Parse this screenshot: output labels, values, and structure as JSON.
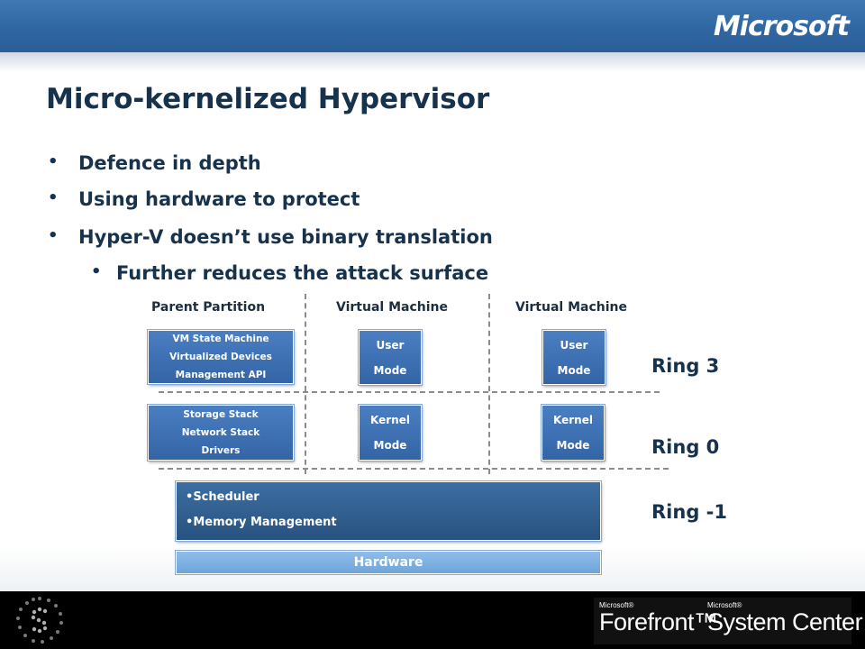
{
  "header": {
    "logo_text": "Microsoft"
  },
  "title": "Micro-kernelized Hypervisor",
  "bullets": [
    "Defence in depth",
    "Using hardware to protect",
    "Hyper-V doesn’t use binary translation"
  ],
  "sub_bullets": [
    "Further reduces the attack surface"
  ],
  "columns": [
    "Parent Partition",
    "Virtual Machine",
    "Virtual Machine"
  ],
  "parent_partition": {
    "user_box": [
      "VM State Machine",
      "Virtualized Devices",
      "Management API"
    ],
    "kernel_box": [
      "Storage Stack",
      "Network Stack",
      "Drivers"
    ]
  },
  "vm1": {
    "user_box": [
      "User",
      "Mode"
    ],
    "kernel_box": [
      "Kernel",
      "Mode"
    ]
  },
  "vm2": {
    "user_box": [
      "User",
      "Mode"
    ],
    "kernel_box": [
      "Kernel",
      "Mode"
    ]
  },
  "rings": [
    "Ring 3",
    "Ring 0",
    "Ring -1"
  ],
  "hypervisor": {
    "items": [
      "Scheduler",
      "Memory Management"
    ]
  },
  "hardware": {
    "label": "Hardware"
  },
  "footer": {
    "brand1_small": "Microsoft®",
    "brand1": "Forefront™",
    "brand2_small": "Microsoft®",
    "brand2": "System Center"
  },
  "colors": {
    "header_blue": "#2f67a3",
    "title_navy": "#17324d",
    "box_blue": "#3f72b4",
    "hardware_blue": "#7fb1e2"
  }
}
